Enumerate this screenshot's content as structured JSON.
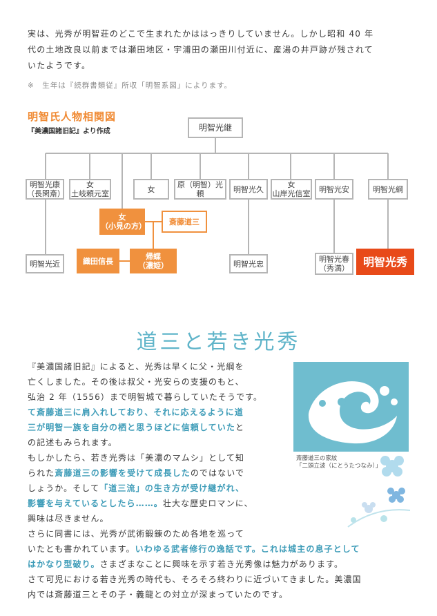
{
  "intro": {
    "lines": [
      "実は、光秀が明智荘のどこで生まれたかははっきりしていません。しかし昭和 40 年",
      "代の土地改良以前までは瀬田地区・宇浦田の瀬田川付近に、産湯の井戸跡が残されて",
      "いたようです。"
    ],
    "note": "※　生年は『続群書類従』所収「明智系図」によります。"
  },
  "chart": {
    "title": "明智氏人物相関図",
    "source": "『美濃国諸旧記』より作成",
    "root": "明智光継",
    "row2": [
      {
        "l1": "明智光康",
        "l2": "（長閑斎）"
      },
      {
        "l1": "女",
        "l2": "土岐頼元室"
      },
      {
        "l1": "女",
        "l2": ""
      },
      {
        "l1": "原（明智）光頼",
        "l2": ""
      },
      {
        "l1": "明智光久",
        "l2": ""
      },
      {
        "l1": "女",
        "l2": "山岸光信室"
      },
      {
        "l1": "明智光安",
        "l2": ""
      },
      {
        "l1": "明智光綱",
        "l2": ""
      }
    ],
    "koumi": {
      "l1": "女",
      "l2": "（小見の方）"
    },
    "dosan": "斎藤道三",
    "nobunaga": "織田信長",
    "kicho": {
      "l1": "帰蝶",
      "l2": "（濃姫）"
    },
    "mitsuchika": "明智光近",
    "mitsutada": "明智光忠",
    "mitsuharu": {
      "l1": "明智光春",
      "l2": "（秀満）"
    },
    "mitsuhide": "明智光秀"
  },
  "section": {
    "heading": "道三と若き光秀",
    "crest_caption_1": "斎藤道三の家紋",
    "crest_caption_2": "「二頭立波（にとうたつなみ）」",
    "p1_a": "『美濃国諸旧記』によると、光秀は早くに父・光綱を",
    "p1_b": "亡くしました。その後は叔父・光安らの支援のもと、",
    "p1_c": "弘治 2 年（1556）まで明智城で暮らしていたそうです。",
    "p1_d": "て斎藤道三に肩入れしており、それに応えるように道",
    "p1_e": "三が明智一族を自分の栖と思うほどに信頼していた",
    "p1_e2": "と",
    "p1_f": "の記述もみられます。",
    "p2_a": "もしかしたら、若き光秀は「美濃のマムシ」として知",
    "p2_b1": "られた",
    "p2_b2": "斎藤道三の影響を受けて成長した",
    "p2_b3": "のではないで",
    "p2_c1": "しょうか。そして",
    "p2_c2": "「道三流」の生き方が受け継がれ、",
    "p2_d1": "影響を与えているとしたら……。",
    "p2_d2": "壮大な歴史ロマンに、",
    "p2_e": "興味は尽きません。",
    "p3_a": "さらに同書には、光秀が武術鍛錬のため各地を巡って",
    "p3_b1": "いたとも書かれています。",
    "p3_b2": "いわゆる武者修行の逸話です。これは城主の息子として",
    "p3_c1": "はかなり型破り。",
    "p3_c2": "さまざまなことに興味を示す若き光秀像は魅力があります。",
    "p3_d": "さて可児における若き光秀の時代も、そろそろ終わりに近づいてきました。美濃国",
    "p3_e": "内では斎藤道三とその子・義龍との対立が深まっていたのです。"
  },
  "colors": {
    "accent": "#5fb4c9",
    "orange": "#f0913e",
    "red": "#e84a19"
  }
}
